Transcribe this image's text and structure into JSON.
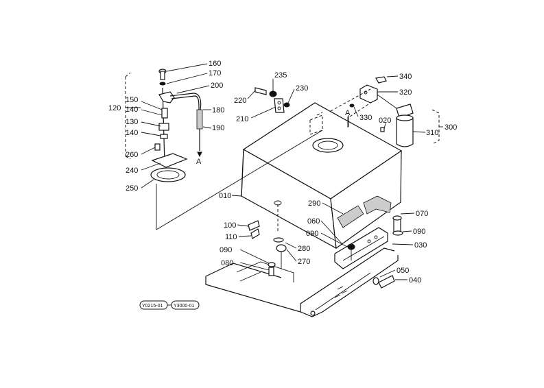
{
  "callouts": [
    {
      "id": "160",
      "label": "160"
    },
    {
      "id": "170",
      "label": "170"
    },
    {
      "id": "200",
      "label": "200"
    },
    {
      "id": "150",
      "label": "150"
    },
    {
      "id": "140a",
      "label": "140"
    },
    {
      "id": "120",
      "label": "120"
    },
    {
      "id": "180",
      "label": "180"
    },
    {
      "id": "130",
      "label": "130"
    },
    {
      "id": "140b",
      "label": "140"
    },
    {
      "id": "190",
      "label": "190"
    },
    {
      "id": "260",
      "label": "260"
    },
    {
      "id": "240",
      "label": "240"
    },
    {
      "id": "250",
      "label": "250"
    },
    {
      "id": "a1",
      "label": "A"
    },
    {
      "id": "235",
      "label": "235"
    },
    {
      "id": "230",
      "label": "230"
    },
    {
      "id": "220",
      "label": "220"
    },
    {
      "id": "210",
      "label": "210"
    },
    {
      "id": "340",
      "label": "340"
    },
    {
      "id": "320",
      "label": "320"
    },
    {
      "id": "a2",
      "label": "A"
    },
    {
      "id": "330",
      "label": "330"
    },
    {
      "id": "020",
      "label": "020"
    },
    {
      "id": "300",
      "label": "300"
    },
    {
      "id": "310",
      "label": "310"
    },
    {
      "id": "010",
      "label": "010"
    },
    {
      "id": "290",
      "label": "290"
    },
    {
      "id": "070",
      "label": "070"
    },
    {
      "id": "060",
      "label": "060"
    },
    {
      "id": "090a",
      "label": "090"
    },
    {
      "id": "100",
      "label": "100"
    },
    {
      "id": "090b",
      "label": "090"
    },
    {
      "id": "110",
      "label": "110"
    },
    {
      "id": "030",
      "label": "030"
    },
    {
      "id": "280",
      "label": "280"
    },
    {
      "id": "090c",
      "label": "090"
    },
    {
      "id": "270",
      "label": "270"
    },
    {
      "id": "080",
      "label": "080"
    },
    {
      "id": "050",
      "label": "050"
    },
    {
      "id": "040",
      "label": "040"
    }
  ],
  "references": [
    {
      "id": "ref1",
      "label": "Y0215-01"
    },
    {
      "id": "ref2",
      "label": "Y3000-01"
    }
  ]
}
